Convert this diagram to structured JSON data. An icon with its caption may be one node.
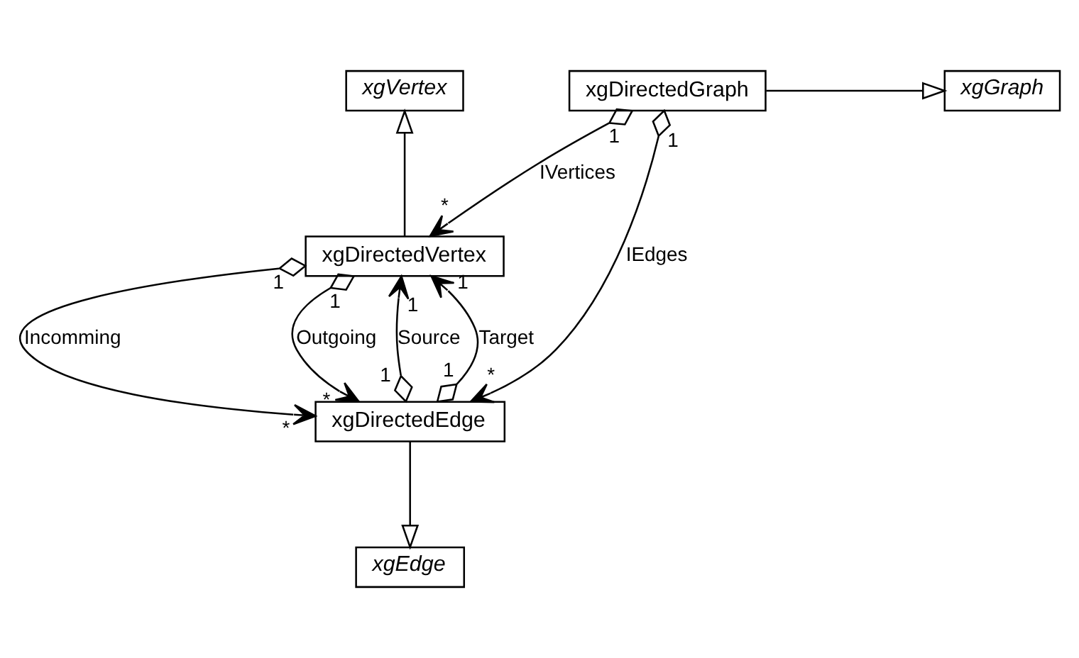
{
  "diagram": {
    "nodes": [
      {
        "text": [
          "xgVertex"
        ]
      },
      {
        "text": [
          "xgDirectedVertex"
        ]
      },
      {
        "text": [
          "xgGraph"
        ]
      },
      {
        "text": [
          "xgDirectedGraph"
        ]
      },
      {
        "text": [
          "xgDirectedEdge"
        ]
      },
      {
        "text": [
          "xgEdge"
        ]
      }
    ],
    "edges": [
      {
        "from": 1,
        "to": 0,
        "arrow": "to"
      },
      {
        "from": 3,
        "to": 1,
        "arrow": "to",
        "label": "IVertices"
      },
      {
        "from": 3,
        "to": 2,
        "arrow": "to"
      },
      {
        "from": 4,
        "to": 1,
        "arrow": "to",
        "label": "Source"
      },
      {
        "from": 4,
        "to": 1,
        "arrow": "to",
        "label": "Target"
      },
      {
        "from": 1,
        "to": 4,
        "arrow": "to",
        "label": "Incomming"
      },
      {
        "from": 1,
        "to": 4,
        "arrow": "to",
        "label": "Outgoing"
      },
      {
        "from": 3,
        "to": 4,
        "arrow": "to",
        "label": "IEdges"
      },
      {
        "from": 4,
        "to": 5,
        "arrow": "to"
      }
    ],
    "labels": [
      "*",
      "1",
      "1",
      "1",
      "1",
      "1",
      "1",
      "1",
      "1",
      "*",
      "*",
      "*"
    ]
  }
}
